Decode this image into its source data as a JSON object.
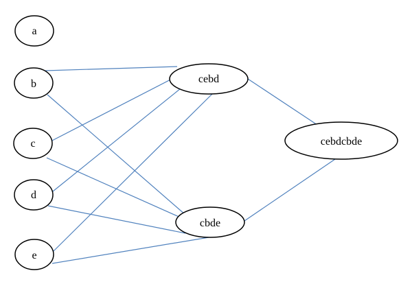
{
  "diagram": {
    "nodes": [
      {
        "id": "a",
        "label": "a"
      },
      {
        "id": "b",
        "label": "b"
      },
      {
        "id": "c",
        "label": "c"
      },
      {
        "id": "d",
        "label": "d"
      },
      {
        "id": "e",
        "label": "e"
      },
      {
        "id": "cebd",
        "label": "cebd"
      },
      {
        "id": "cbde",
        "label": "cbde"
      },
      {
        "id": "cebdcbde",
        "label": "cebdcbde"
      }
    ],
    "edges": [
      [
        "b",
        "cebd"
      ],
      [
        "c",
        "cebd"
      ],
      [
        "d",
        "cebd"
      ],
      [
        "e",
        "cebd"
      ],
      [
        "b",
        "cbde"
      ],
      [
        "c",
        "cbde"
      ],
      [
        "d",
        "cbde"
      ],
      [
        "e",
        "cbde"
      ],
      [
        "cebd",
        "cebdcbde"
      ],
      [
        "cbde",
        "cebdcbde"
      ]
    ],
    "colors": {
      "edge": "#4f81bd",
      "node_stroke": "#000000",
      "node_fill": "#ffffff"
    }
  }
}
